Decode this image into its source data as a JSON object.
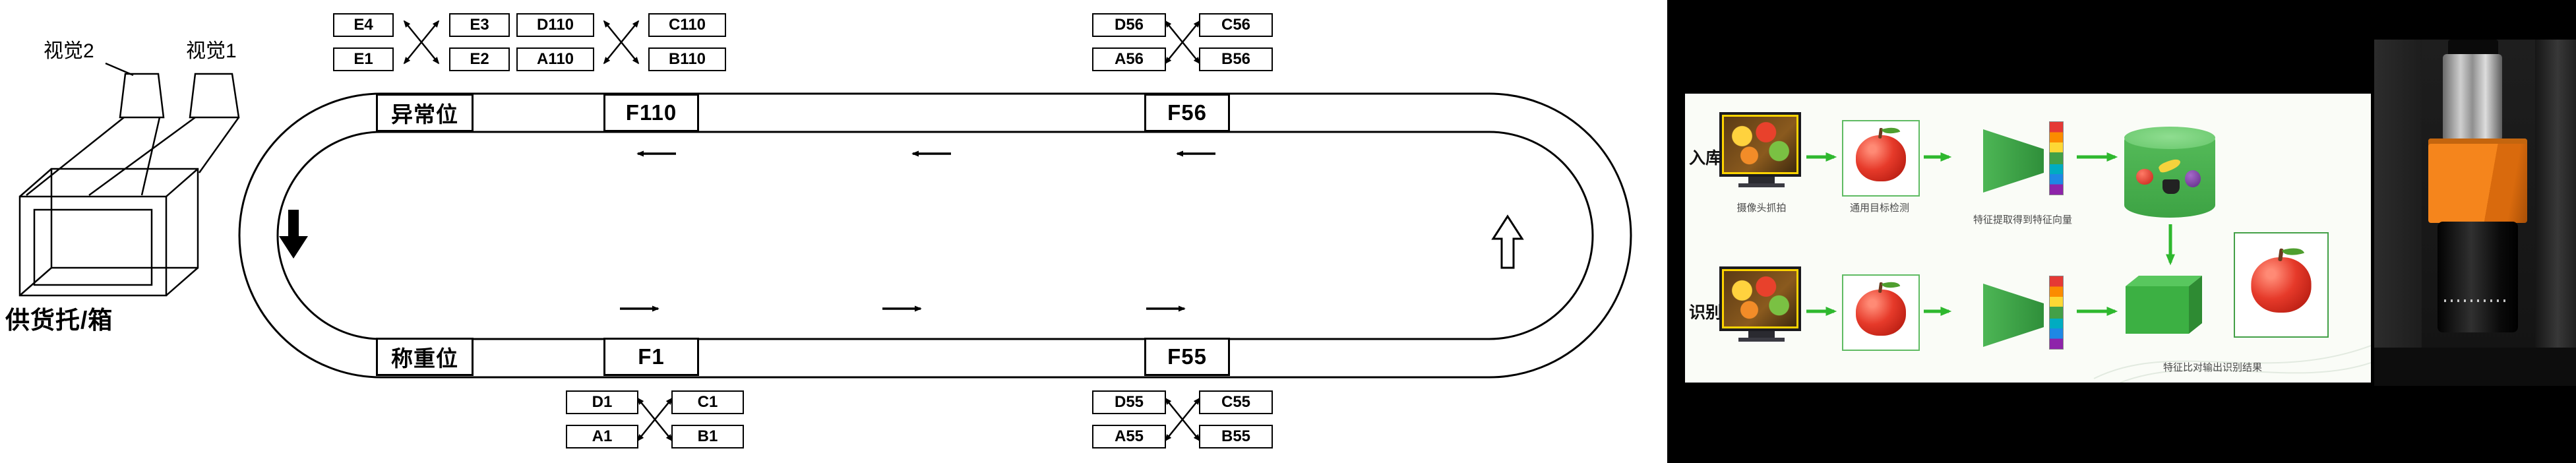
{
  "colors": {
    "line": "#000000",
    "accent_green": "#2eb82e",
    "monitor_border": "#ffd400",
    "camera_orange": "#ef7c12"
  },
  "diagram": {
    "vision2_label": "视觉2",
    "vision1_label": "视觉1",
    "supply_label": "供货托/箱",
    "stations": {
      "abnormal": "异常位",
      "f110": "F110",
      "f56": "F56",
      "weighing": "称重位",
      "f1": "F1",
      "f55": "F55"
    },
    "port_groups": [
      {
        "name": "E",
        "cells": [
          "E4",
          "E3",
          "E1",
          "E2"
        ]
      },
      {
        "name": "110",
        "cells": [
          "D110",
          "C110",
          "A110",
          "B110"
        ]
      },
      {
        "name": "56",
        "cells": [
          "D56",
          "C56",
          "A56",
          "B56"
        ]
      },
      {
        "name": "1",
        "cells": [
          "D1",
          "C1",
          "A1",
          "B1"
        ]
      },
      {
        "name": "55",
        "cells": [
          "D55",
          "C55",
          "A55",
          "B55"
        ]
      }
    ]
  },
  "pipeline": {
    "row1_label": "入库",
    "row2_label": "识别",
    "caption_capture": "摄像头抓拍",
    "caption_detection": "通用目标检测",
    "caption_feature": "特征提取得到特征向量",
    "caption_result": "特征比对输出识别结果"
  }
}
